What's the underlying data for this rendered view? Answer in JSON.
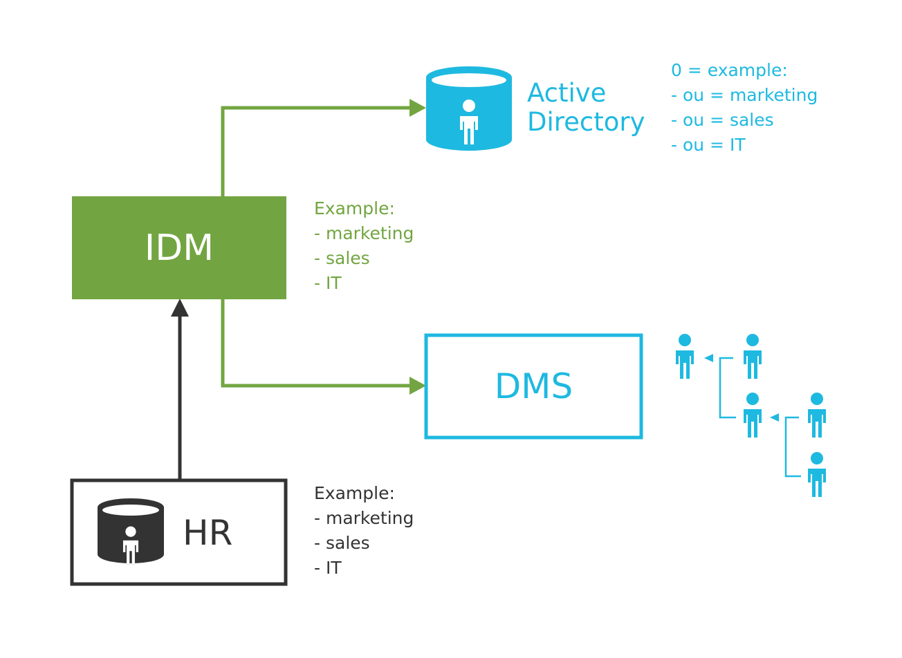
{
  "colors": {
    "green": "#72a541",
    "blue": "#1eb9e0",
    "dark": "#333333",
    "white": "#ffffff"
  },
  "nodes": {
    "idm": {
      "label": "IDM"
    },
    "active_directory": {
      "label_lines": [
        "Active",
        "Directory"
      ],
      "icon": "database-user-icon"
    },
    "dms": {
      "label": "DMS"
    },
    "hr": {
      "label": "HR",
      "icon": "database-user-icon"
    }
  },
  "notes": {
    "idm": [
      "Example:",
      "- marketing",
      "- sales",
      "- IT"
    ],
    "active_directory": [
      "0 = example:",
      "- ou = marketing",
      "- ou = sales",
      "- ou = IT"
    ],
    "hr": [
      "Example:",
      "- marketing",
      "- sales",
      "- IT"
    ]
  },
  "hierarchy_icon": "user-hierarchy-icon"
}
